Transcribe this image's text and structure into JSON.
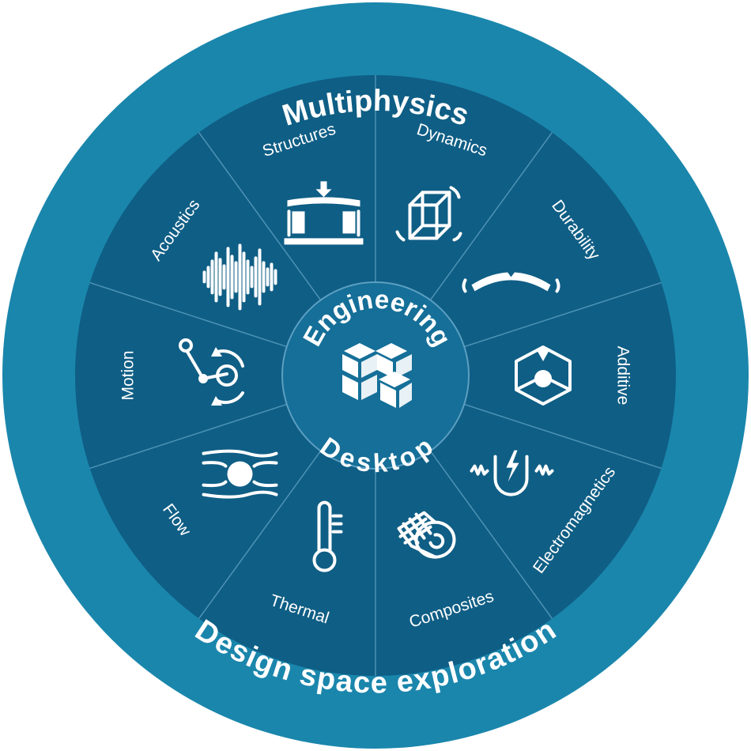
{
  "outer_ring": {
    "top_label": "Multiphysics",
    "bottom_label": "Design space exploration"
  },
  "hub": {
    "top_text": "Engineering",
    "bottom_text": "Desktop",
    "icon": "cube-stack-icon"
  },
  "segments": [
    {
      "label": "Dynamics",
      "icon": "vibrating-cube-icon"
    },
    {
      "label": "Durability",
      "icon": "bending-beam-icon"
    },
    {
      "label": "Additive",
      "icon": "3d-printer-icon"
    },
    {
      "label": "Electromagnetics",
      "icon": "magnet-icon"
    },
    {
      "label": "Composites",
      "icon": "fiber-roll-icon"
    },
    {
      "label": "Thermal",
      "icon": "thermometer-icon"
    },
    {
      "label": "Flow",
      "icon": "flow-sphere-icon"
    },
    {
      "label": "Motion",
      "icon": "linkage-icon"
    },
    {
      "label": "Acoustics",
      "icon": "sound-wave-icon"
    },
    {
      "label": "Structures",
      "icon": "loaded-frame-icon"
    }
  ],
  "colors": {
    "outer_ring": "#1a86ac",
    "inner_disc": "#0f5e85",
    "hub": "#156f98",
    "divider": "#4d93b6",
    "text": "#ffffff"
  }
}
